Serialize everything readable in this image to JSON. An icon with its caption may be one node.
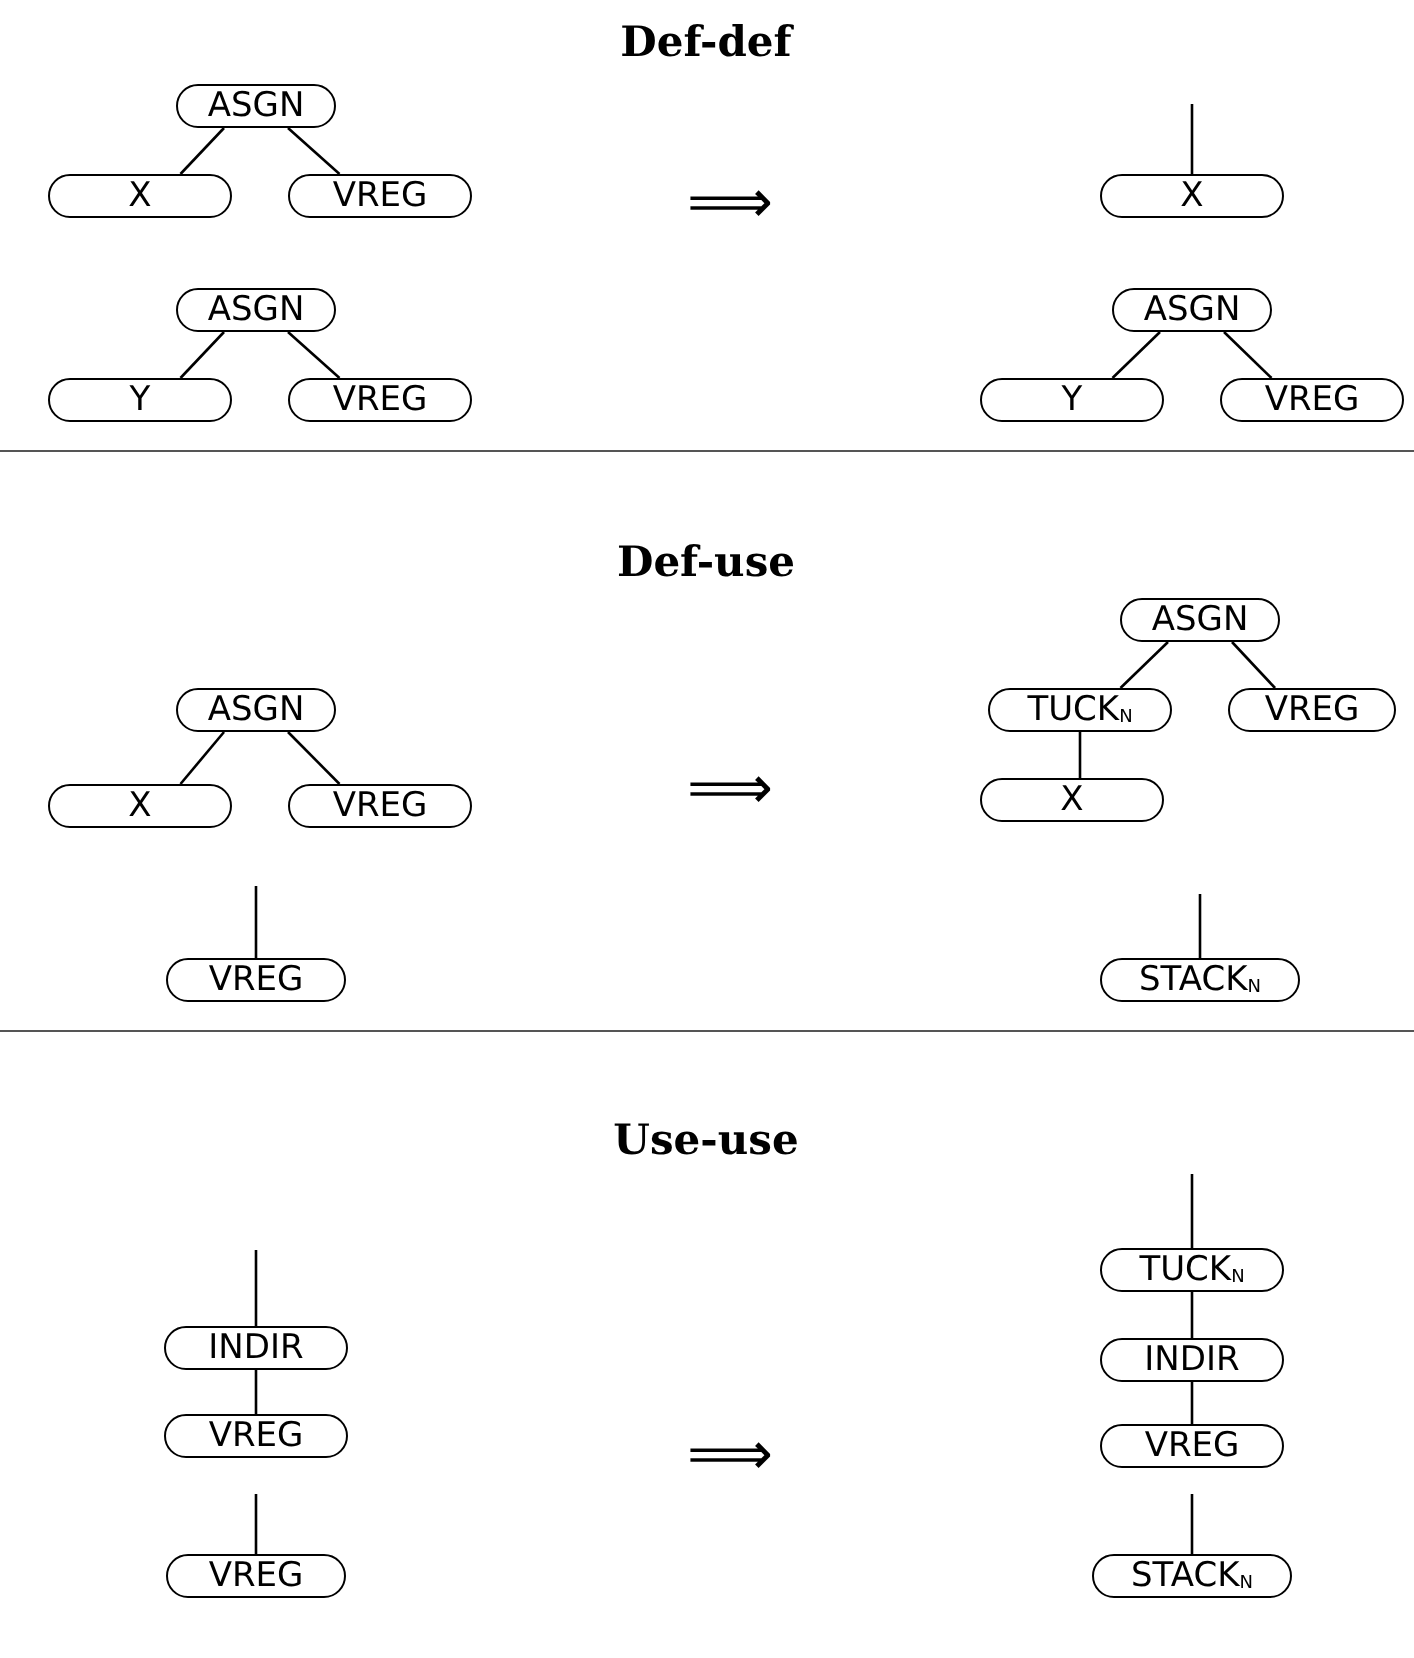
{
  "diagram": {
    "nodes": [
      {
        "text": [
          "ASGN"
        ]
      },
      {
        "text": [
          "X"
        ]
      },
      {
        "text": [
          "VREG"
        ]
      },
      {
        "text": [
          "X"
        ]
      },
      {
        "text": [
          "ASGN"
        ]
      },
      {
        "text": [
          "Y"
        ]
      },
      {
        "text": [
          "VREG"
        ]
      },
      {
        "text": [
          "ASGN"
        ]
      },
      {
        "text": [
          "Y"
        ]
      },
      {
        "text": [
          "VREG"
        ]
      },
      {
        "text": [
          "ASGN"
        ]
      },
      {
        "text": [
          "TUCK$_{N}$"
        ]
      },
      {
        "text": [
          "VREG"
        ]
      },
      {
        "text": [
          "ASGN"
        ]
      },
      {
        "text": [
          "X"
        ]
      },
      {
        "text": [
          "VREG"
        ]
      },
      {
        "text": [
          "X"
        ]
      },
      {
        "text": [
          "VREG"
        ]
      },
      {
        "text": [
          "STACK$_{N}$"
        ]
      },
      {
        "text": [
          "TUCK$_{N}$"
        ]
      },
      {
        "text": [
          "INDIR"
        ]
      },
      {
        "text": [
          "INDIR"
        ]
      },
      {
        "text": [
          "VREG"
        ]
      },
      {
        "text": [
          "VREG"
        ]
      },
      {
        "text": [
          "VREG"
        ]
      },
      {
        "text": [
          "STACK$_{N}$"
        ]
      }
    ],
    "edges": [
      {
        "from": 0,
        "to": 1,
        "arrow": "none"
      },
      {
        "from": 0,
        "to": 2,
        "arrow": "none"
      },
      {
        "from": null,
        "to": 3,
        "arrow": "none"
      },
      {
        "from": 4,
        "to": 5,
        "arrow": "none"
      },
      {
        "from": 4,
        "to": 6,
        "arrow": "none"
      },
      {
        "from": 7,
        "to": 8,
        "arrow": "none"
      },
      {
        "from": 7,
        "to": 9,
        "arrow": "none"
      },
      {
        "from": 10,
        "to": 11,
        "arrow": "none"
      },
      {
        "from": 10,
        "to": 12,
        "arrow": "none"
      },
      {
        "from": 11,
        "to": 16,
        "arrow": "none"
      },
      {
        "from": 13,
        "to": 14,
        "arrow": "none"
      },
      {
        "from": 13,
        "to": 15,
        "arrow": "none"
      },
      {
        "from": null,
        "to": 17,
        "arrow": "none"
      },
      {
        "from": null,
        "to": 18,
        "arrow": "none"
      },
      {
        "from": null,
        "to": 19,
        "arrow": "none"
      },
      {
        "from": 19,
        "to": 21,
        "arrow": "none"
      },
      {
        "from": 21,
        "to": 23,
        "arrow": "none"
      },
      {
        "from": null,
        "to": 20,
        "arrow": "none"
      },
      {
        "from": 20,
        "to": 22,
        "arrow": "none"
      },
      {
        "from": null,
        "to": 24,
        "arrow": "none"
      },
      {
        "from": null,
        "to": 25,
        "arrow": "none"
      }
    ],
    "labels": [
      "Def-def",
      "⟹",
      "Def-use",
      "⟹",
      "Use-use",
      "⟹"
    ]
  }
}
